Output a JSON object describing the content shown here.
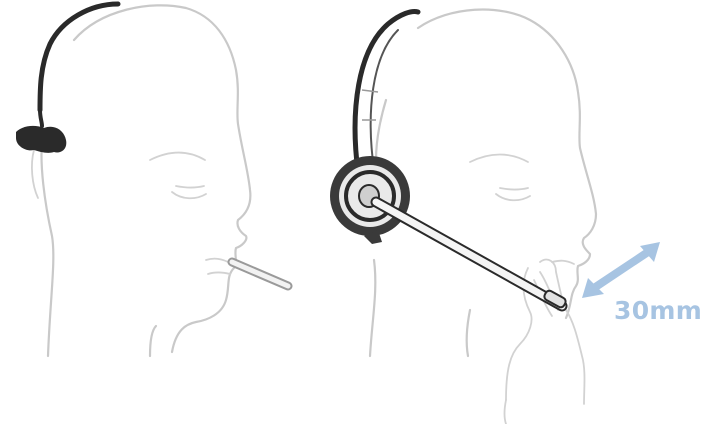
{
  "measurement": {
    "label": "30mm",
    "arrow_color": "#a7c4e2",
    "label_color": "#a7c4e2"
  },
  "figures": [
    {
      "name": "head-left",
      "description_icon": "head-profile-icon"
    },
    {
      "name": "head-right",
      "description_icon": "head-profile-icon"
    }
  ],
  "colors": {
    "outline": "#c9c9c9",
    "headset_dark": "#2a2a2a",
    "headset_metal": "#9a9a9a"
  }
}
